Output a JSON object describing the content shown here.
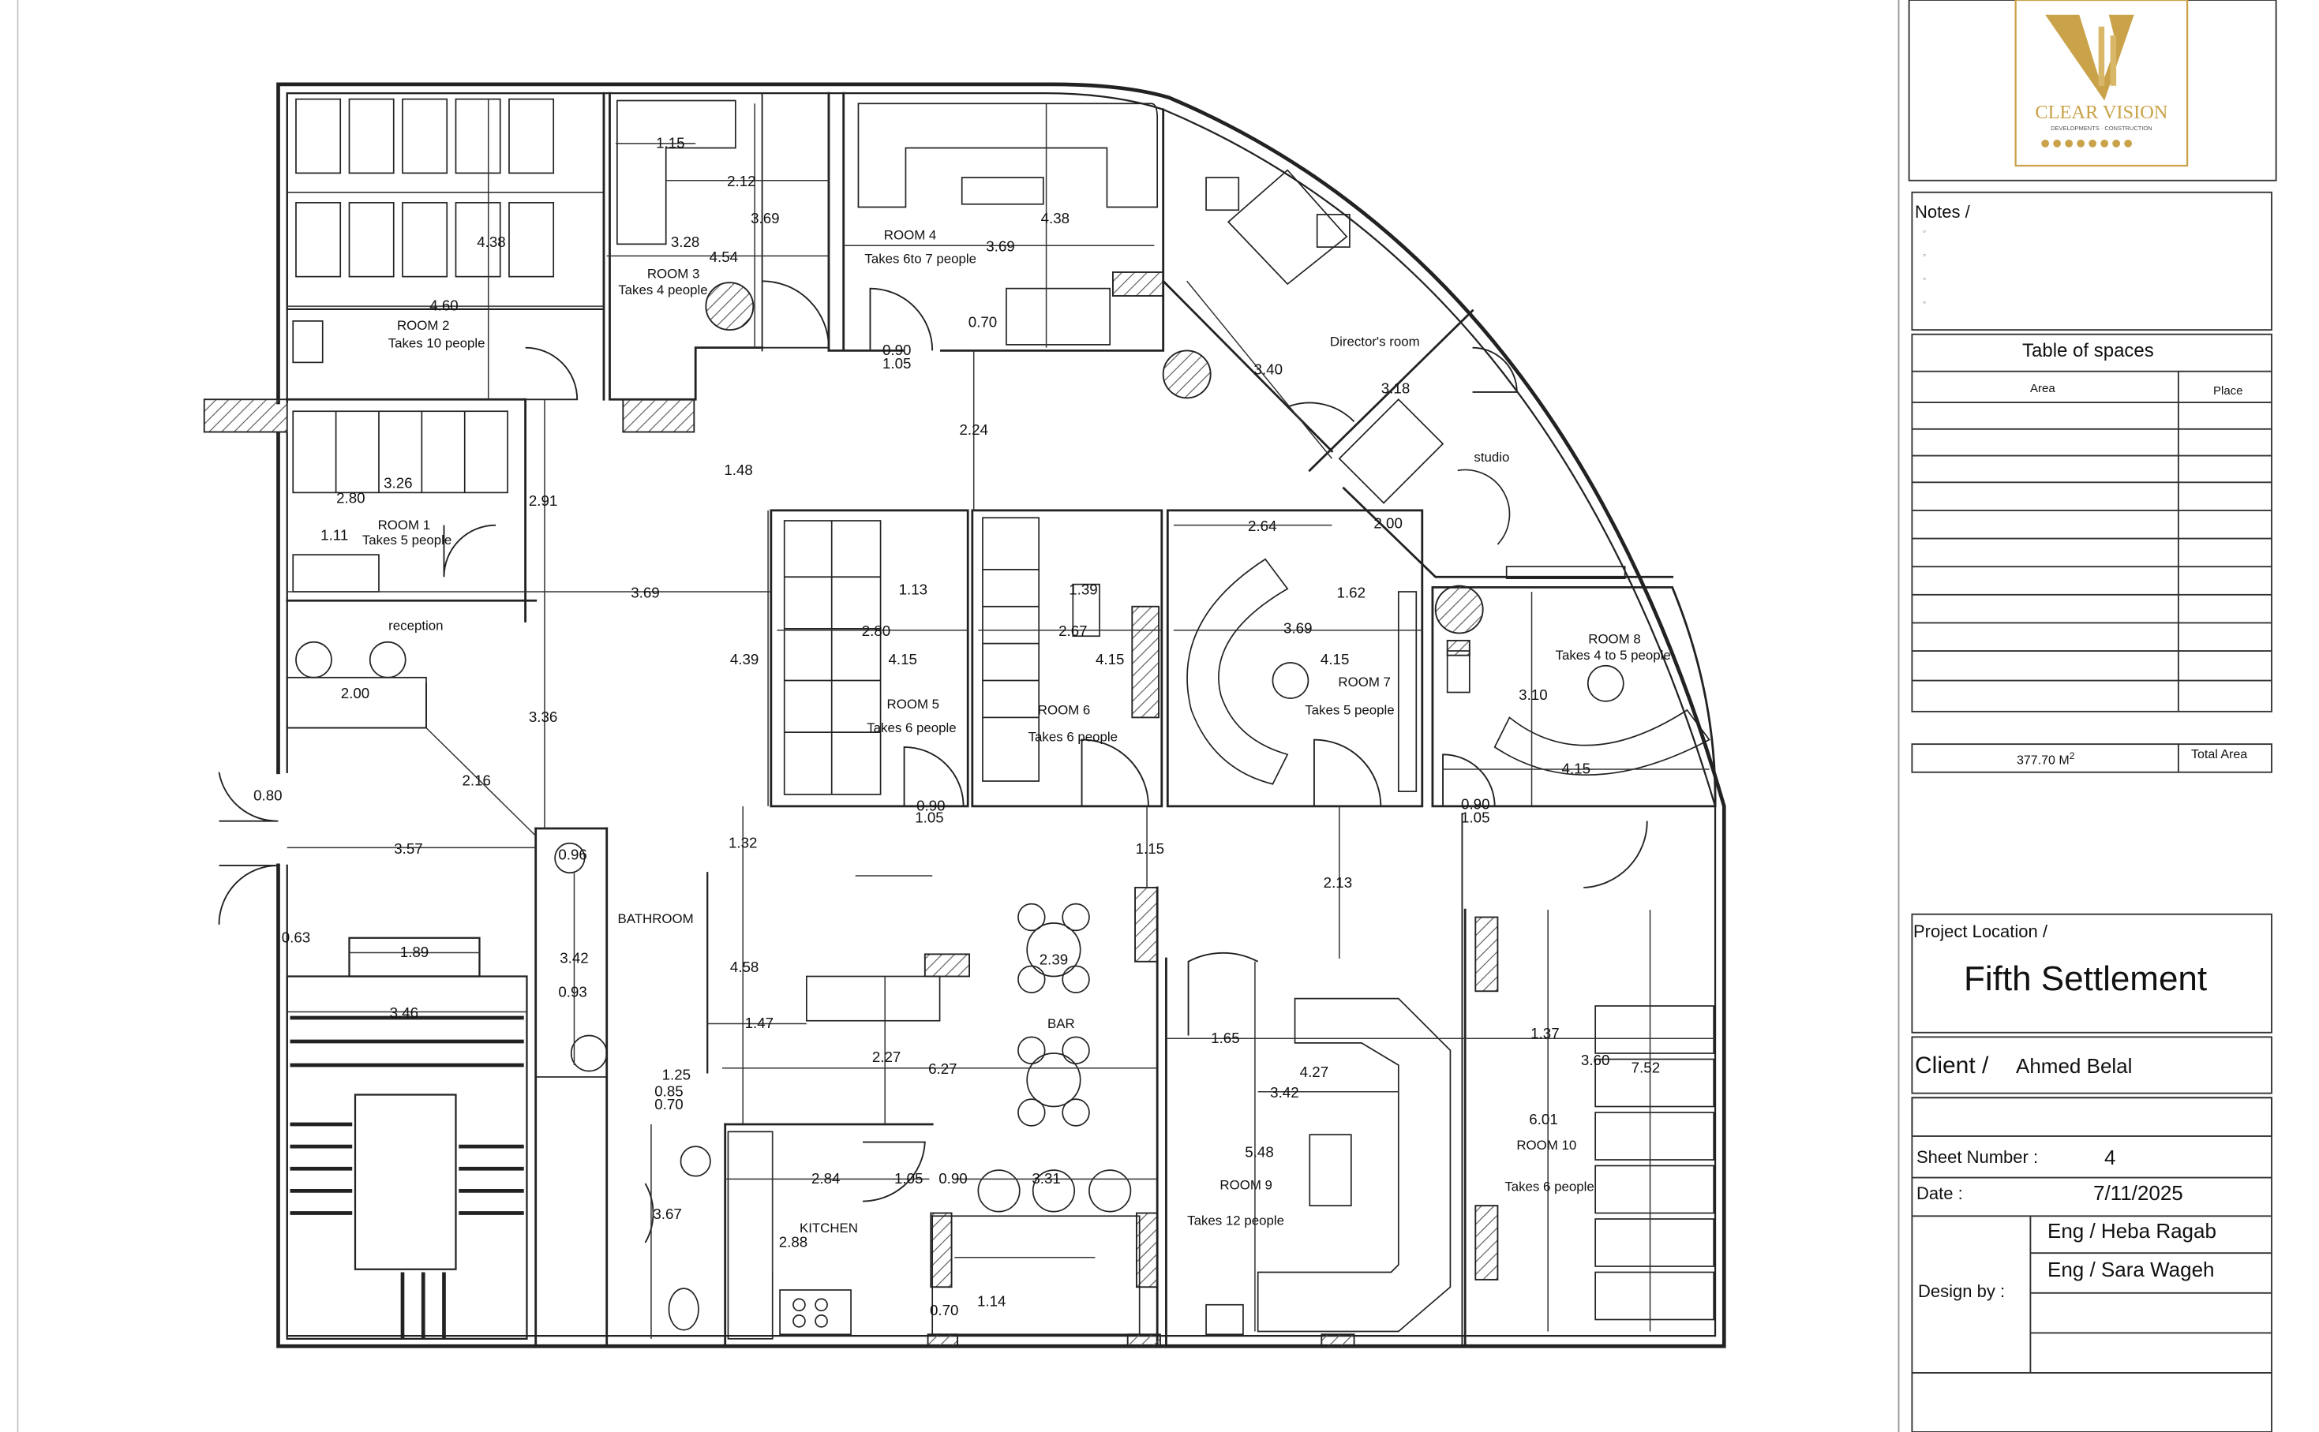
{
  "colors": {
    "line": "#222222",
    "hatch": "#555555",
    "gold": "#c9a24a",
    "paper": "#ffffff"
  },
  "logo": {
    "brand": "CLEAR VISION",
    "tagline": "DEVELOPMENTS · CONSTRUCTION"
  },
  "notes": {
    "title": "Notes /",
    "bullets": [
      "◦",
      "◦",
      "◦",
      "◦"
    ]
  },
  "spaces": {
    "title": "Table of spaces",
    "col_area": "Area",
    "col_place": "Place",
    "total_value": "377.70 M",
    "total_sup": "2",
    "total_label": "Total Area"
  },
  "project": {
    "location_label": "Project Location /",
    "location": "Fifth Settlement",
    "client_label": "Client /",
    "client": "Ahmed Belal"
  },
  "sheet": {
    "number_label": "Sheet Number :",
    "number": "4",
    "date_label": "Date :",
    "date": "7/11/2025",
    "design_label": "Design by :",
    "designer1": "Eng / Heba Ragab",
    "designer2": "Eng / Sara Wageh"
  },
  "rooms": [
    {
      "name": "ROOM 2",
      "cap": "Takes 10 people"
    },
    {
      "name": "ROOM 3",
      "cap": "Takes 4 people"
    },
    {
      "name": "ROOM 4",
      "cap": "Takes 6to 7 people"
    },
    {
      "name": "Director's room",
      "cap": ""
    },
    {
      "name": "studio",
      "cap": ""
    },
    {
      "name": "ROOM 1",
      "cap": "Takes 5 people"
    },
    {
      "name": "reception",
      "cap": ""
    },
    {
      "name": "ROOM 5",
      "cap": "Takes 6  people"
    },
    {
      "name": "ROOM 6",
      "cap": "Takes 6 people"
    },
    {
      "name": "ROOM 7",
      "cap": "Takes 5  people"
    },
    {
      "name": "ROOM 8",
      "cap": "Takes 4 to 5 people"
    },
    {
      "name": "BATHROOM",
      "cap": ""
    },
    {
      "name": "BAR",
      "cap": ""
    },
    {
      "name": "KITCHEN",
      "cap": ""
    },
    {
      "name": "ROOM 9",
      "cap": "Takes 12 people"
    },
    {
      "name": "ROOM 10",
      "cap": "Takes 6 people"
    }
  ],
  "dims": [
    "1.15",
    "2.12",
    "3.69",
    "4.38",
    "3.28",
    "4.54",
    "3.69",
    "4.38",
    "4.60",
    "0.70",
    "0.90",
    "1.05",
    "3.40",
    "3.18",
    "2.24",
    "1.48",
    "2.91",
    "2.80",
    "3.26",
    "1.11",
    "3.69",
    "4.39",
    "1.13",
    "2.80",
    "4.15",
    "1.39",
    "2.67",
    "4.15",
    "2.64",
    "2.00",
    "1.62",
    "3.69",
    "4.15",
    "3.10",
    "4.15",
    "0.90",
    "1.05",
    "0.90",
    "1.05",
    "2.00",
    "3.36",
    "2.16",
    "0.80",
    "3.57",
    "0.96",
    "0.63",
    "1.89",
    "3.46",
    "3.42",
    "0.93",
    "1.32",
    "1.15",
    "2.13",
    "4.58",
    "2.39",
    "1.47",
    "2.27",
    "6.27",
    "1.25",
    "0.85",
    "0.70",
    "1.65",
    "4.27",
    "3.42",
    "1.37",
    "3.60",
    "7.52",
    "6.01",
    "5.48",
    "2.84",
    "1.05",
    "0.90",
    "3.31",
    "3.67",
    "2.88",
    "0.70",
    "1.14"
  ]
}
